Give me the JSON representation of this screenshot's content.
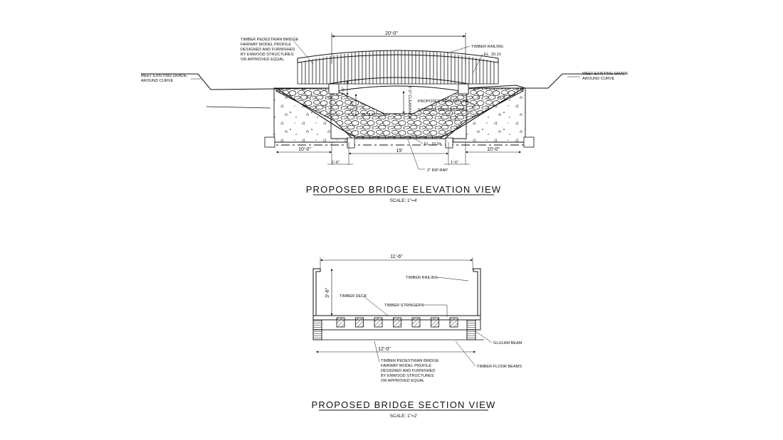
{
  "elevation": {
    "title": "PROPOSED BRIDGE ELEVATION VIEW",
    "scale": "SCALE: 1\"=4'",
    "notes": {
      "bridge_model": [
        "TIMBER PEDESTRIAN BRIDGE",
        "FAIRWAY MODEL PROFILE",
        "DESIGNED AND FURNISHED",
        "BY ENWOOD STRUCTURES",
        "OR APPROVED EQUAL"
      ],
      "grade_left": [
        "MEET EXISTING GRADE",
        "AROUND CURVE"
      ],
      "grade_right": [
        "MEET EXISTING GRADE",
        "AROUND CURVE"
      ],
      "timber_railing": "TIMBER RAILING",
      "el_top": "EL. 20.2±",
      "proposed_ground": "PROPOSED GROUND LINE",
      "existing_ground": "EXISTING GROUND LINE",
      "el_mid": "EL. 14.0",
      "clearance": "3'-0\" CLEARANCE",
      "el_bottom": "EL. 10.0±",
      "rip_rap": "2\" RIP RAP",
      "slope_1": "1",
      "slope_2": "2"
    },
    "dims": {
      "span": "20'-0\"",
      "left_abut": "10'-0\"",
      "right_abut": "10'-0\"",
      "channel": "15'",
      "left_footing": "1'-6\"",
      "right_footing": "1'-6\"",
      "rail_height": "3'-7\"±",
      "post_height": "2'-8\""
    }
  },
  "section": {
    "title": "PROPOSED BRIDGE SECTION VIEW",
    "scale": "SCALE: 1\"=2'",
    "notes": {
      "timber_railing": "TIMBER RAILING",
      "timber_deck": "TIMBER DECK",
      "timber_stringers": "TIMBER STRINGERS",
      "glulam_beam": "GLULAM BEAM",
      "timber_floor_beams": "TIMBER FLOOR BEAMS",
      "bridge_model": [
        "TIMBER PEDESTRIAN BRIDGE",
        "FAIRWAY MODEL PROFILE",
        "DESIGNED AND FURNISHED",
        "BY ENWOOD STRUCTURES",
        "OR APPROVED EQUAL"
      ]
    },
    "dims": {
      "top_width": "11'-6\"",
      "bottom_width": "12'-0\"",
      "rail_height": "3'-6\""
    }
  },
  "colors": {
    "ink": "#111111",
    "background": "#ffffff"
  }
}
